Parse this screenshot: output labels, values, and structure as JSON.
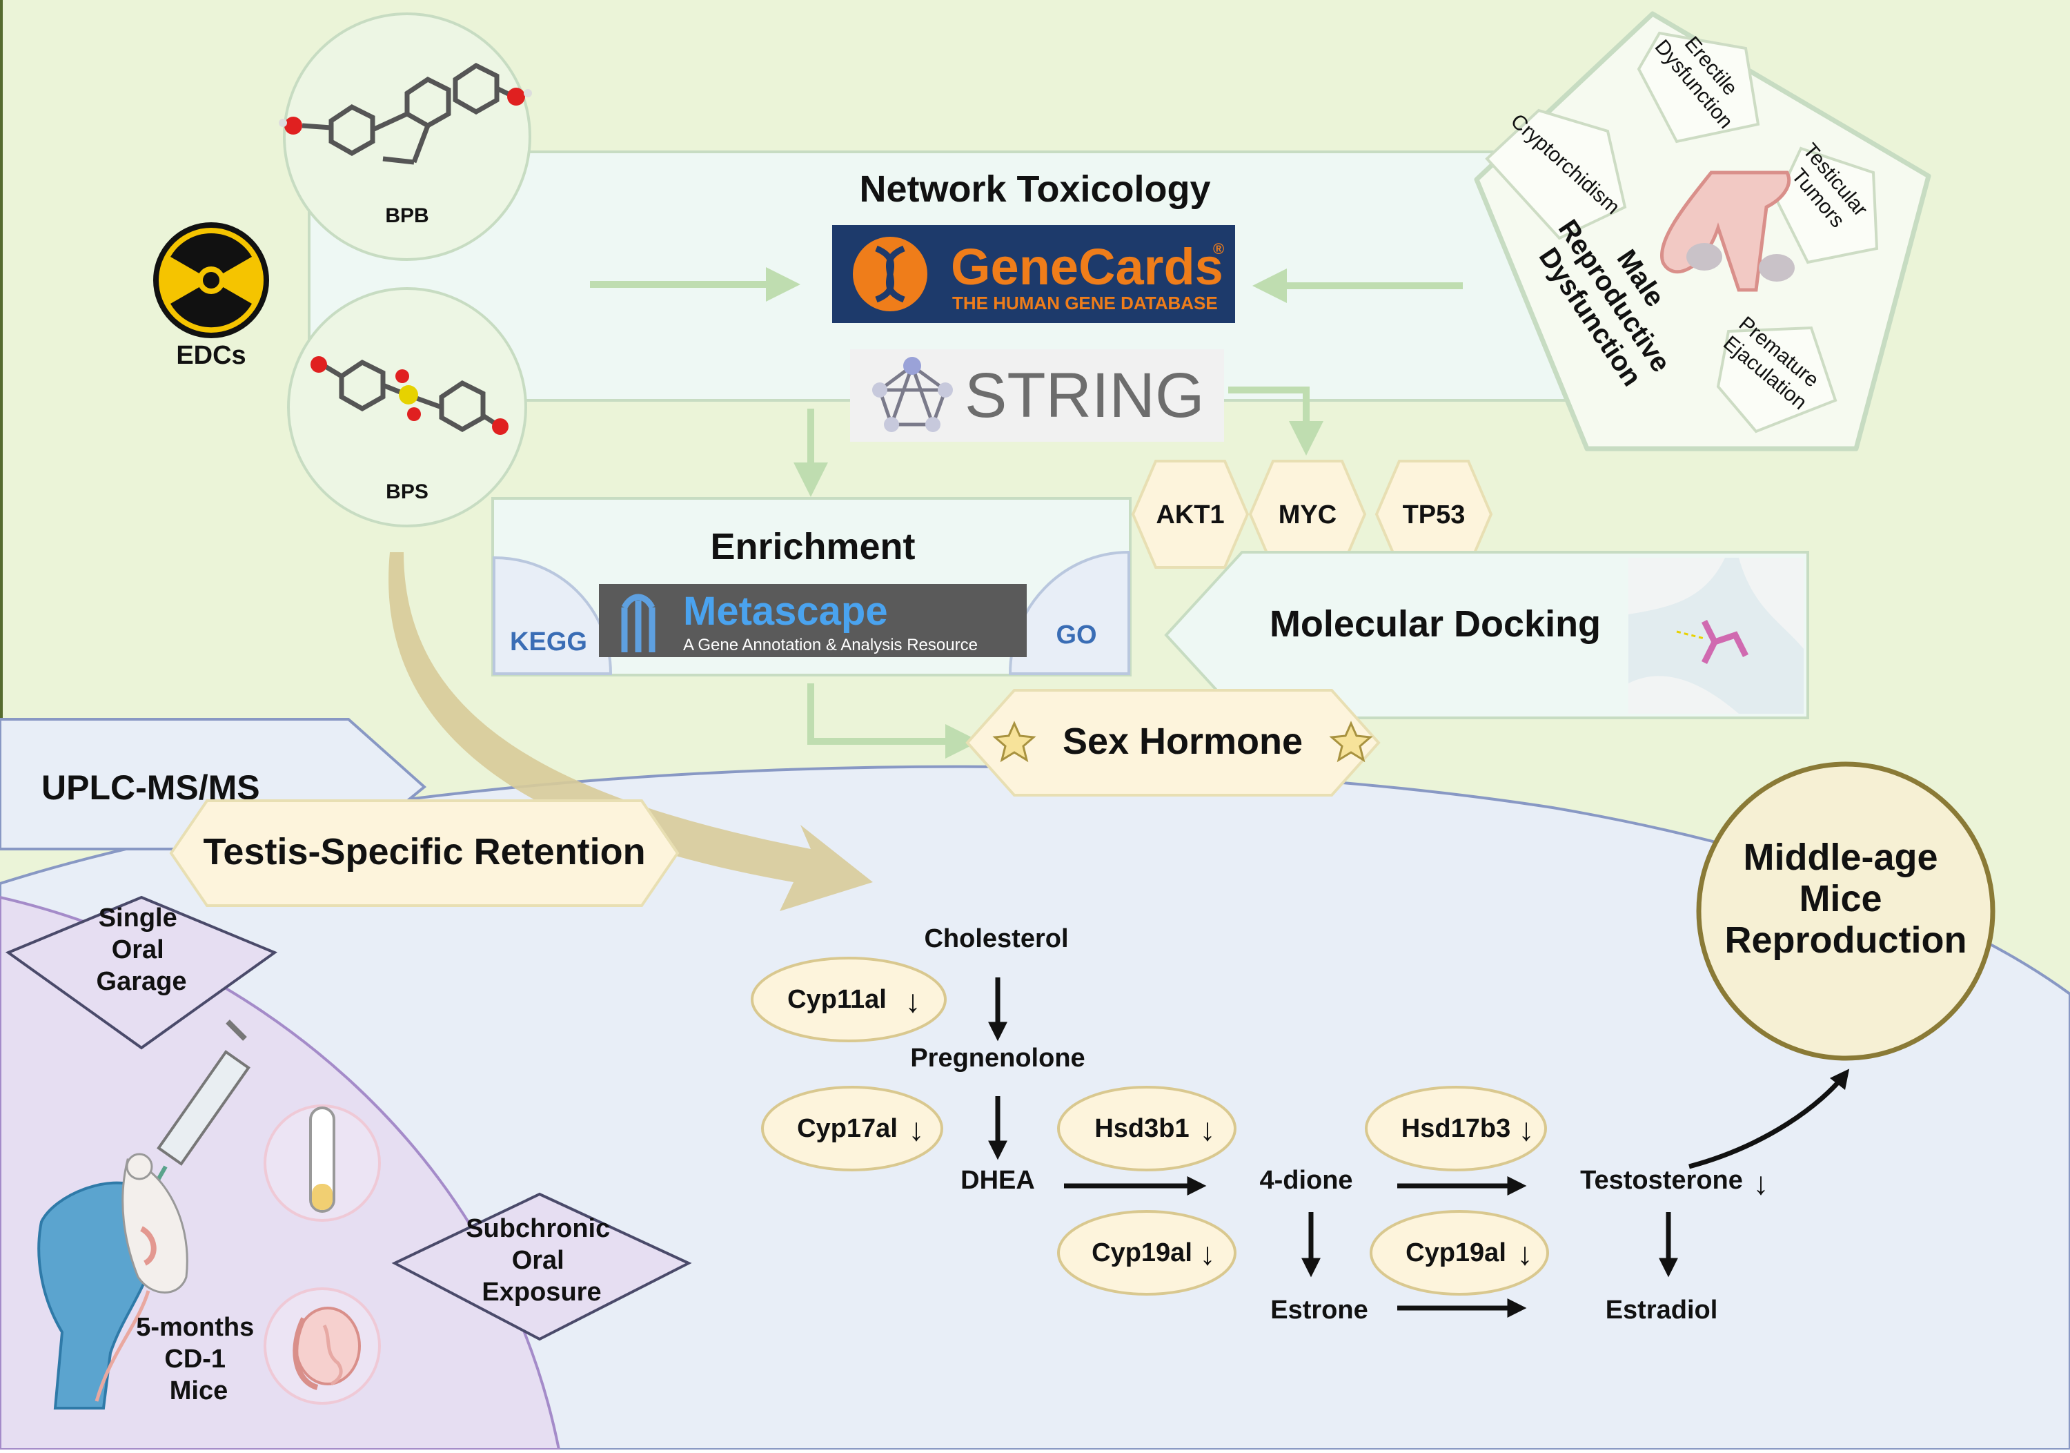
{
  "edc": {
    "label": "EDCs"
  },
  "chemicals": [
    {
      "label": "BPB"
    },
    {
      "label": "BPS"
    }
  ],
  "network_toxicology": {
    "title": "Network Toxicology",
    "genecards": {
      "name": "GeneCards",
      "registered": "®",
      "tagline": "THE HUMAN GENE DATABASE"
    },
    "string": {
      "name": "STRING"
    }
  },
  "male_dysfunction": {
    "title_lines": [
      "Male",
      "Reproductive",
      "Dysfunction"
    ],
    "conditions": [
      {
        "lines": [
          "Erectile",
          "Dysfunction"
        ]
      },
      {
        "lines": [
          "Testicular",
          "Tumors"
        ]
      },
      {
        "lines": [
          "Premature",
          "Ejaculation"
        ]
      },
      {
        "lines": [
          "Cryptorchidism"
        ]
      }
    ]
  },
  "hub_genes": [
    "AKT1",
    "MYC",
    "TP53"
  ],
  "enrichment": {
    "title": "Enrichment",
    "left_tag": "KEGG",
    "right_tag": "GO",
    "metascape": {
      "name": "Metascape",
      "tagline": "A Gene Annotation & Analysis Resource"
    }
  },
  "docking": {
    "title": "Molecular Docking"
  },
  "sex_hormone": {
    "label": "Sex Hormone"
  },
  "uplc": {
    "label": "UPLC-MS/MS"
  },
  "retention": {
    "label": "Testis-Specific Retention"
  },
  "exposure": {
    "single": {
      "lines": [
        "Single",
        "Oral",
        "Garage"
      ]
    },
    "subchronic": {
      "lines": [
        "Subchronic",
        "Oral",
        "Exposure"
      ]
    },
    "mice": {
      "lines": [
        "5-months",
        "CD-1",
        "Mice"
      ]
    }
  },
  "outcome": {
    "lines": [
      "Middle-age",
      "Mice",
      "Reproduction"
    ]
  },
  "pathway": {
    "metabolites": {
      "cholesterol": "Cholesterol",
      "pregnenolone": "Pregnenolone",
      "dhea": "DHEA",
      "dione": "4-dione",
      "testosterone": "Testosterone",
      "estrone": "Estrone",
      "estradiol": "Estradiol"
    },
    "down_marker": "↓",
    "enzymes": {
      "cyp11a1": "Cyp11al",
      "cyp17a1": "Cyp17al",
      "hsd3b1": "Hsd3b1",
      "hsd17b3": "Hsd17b3",
      "cyp19a1_left": "Cyp19al",
      "cyp19a1_right": "Cyp19al"
    }
  },
  "colors": {
    "top_bg": "#ebf4d8",
    "bottom_bg": "#e8eef7",
    "panel": "#eef8f4",
    "panel_border": "#c7dcc2",
    "flow_arrow": "#bfddb0",
    "pill_fill": "#fdf4dc",
    "pill_border": "#d9c88f",
    "purple": "#e6def2",
    "genecards_bg": "#1d3a6b",
    "genecards_orange": "#ef7d1a",
    "curve_arrow": "#d8cb99",
    "hazard_yellow": "#f5c400"
  }
}
